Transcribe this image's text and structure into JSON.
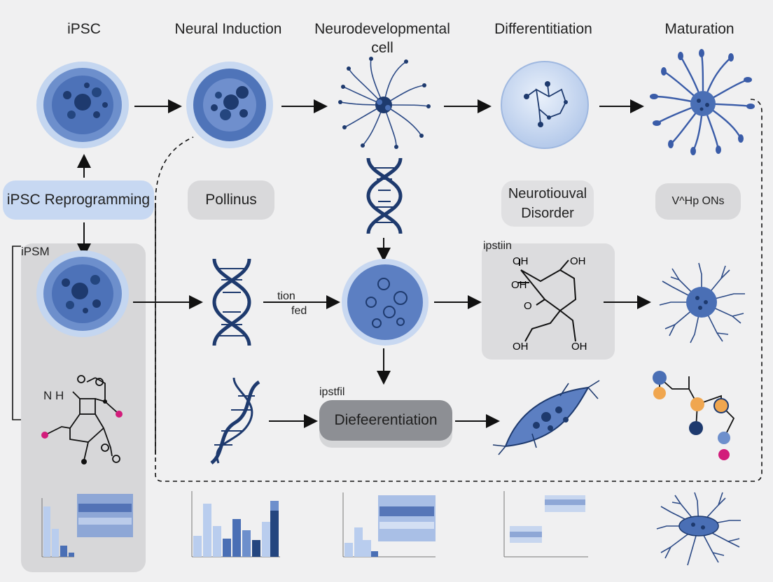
{
  "headers": {
    "ipsc": "iPSC",
    "neural_induction": "Neural Induction",
    "neurodevelopmental": "Neurodevelopmental cell",
    "differentiation": "Differentitiation",
    "maturation": "Maturation"
  },
  "pills": {
    "reprogramming": "iPSC Reprogramming",
    "pollinus": "Pollinus",
    "disorder": "Neurotiouval Disorder",
    "hp": "V^Hp ONs",
    "differentiation_box": "Diefeerentiation"
  },
  "labels": {
    "ipsm": "iPSM",
    "tion": "tion",
    "fed": "fed",
    "ipstiin": "ipstiin",
    "ipstfil": "ipstfil",
    "nh": "N H",
    "chem_oh": [
      "OH",
      "OH",
      "OH",
      "O",
      "OH",
      "OH"
    ]
  },
  "colors": {
    "navy": "#1e3a6e",
    "mid_blue": "#4a6fb5",
    "light_blue": "#b8cdec",
    "pill_blue": "#c7d8f2",
    "pill_gray": "#d9d9db",
    "orange": "#f0a64f",
    "magenta": "#d21c7b"
  }
}
